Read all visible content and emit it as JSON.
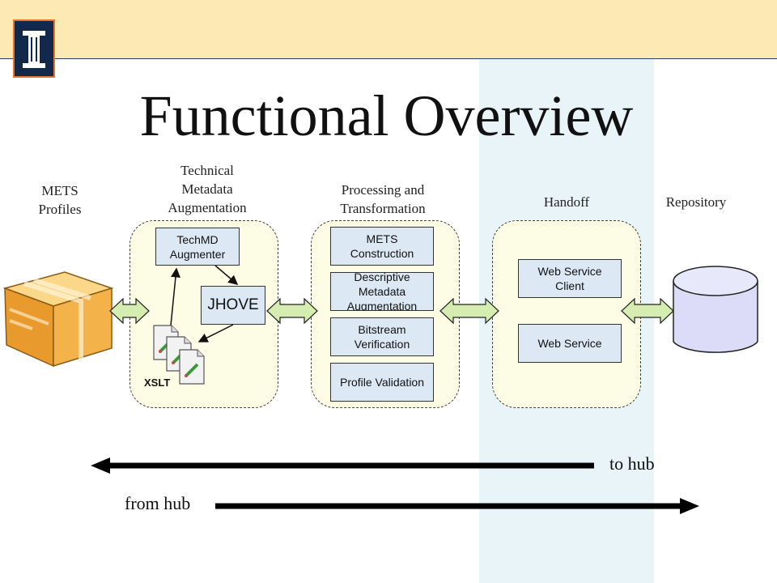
{
  "title": "Functional Overview",
  "columns": {
    "mets_profiles": "METS\nProfiles",
    "technical": "Technical\nMetadata\nAugmentation",
    "processing": "Processing and\nTransformation",
    "handoff": "Handoff",
    "repository": "Repository"
  },
  "technical_group": {
    "techmd": "TechMD\nAugmenter",
    "jhove": "JHOVE",
    "xslt": "XSLT"
  },
  "processing_group": {
    "mets_construction": "METS\nConstruction",
    "descriptive": "Descriptive Metadata\nAugmentation",
    "bitstream": "Bitstream\nVerification",
    "profile": "Profile Validation"
  },
  "handoff_group": {
    "ws_client": "Web Service\nClient",
    "ws": "Web Service"
  },
  "flows": {
    "to_hub": "to hub",
    "from_hub": "from hub"
  },
  "colors": {
    "header": "#fde9b4",
    "highlight_band": "#e8f4f8",
    "group_fill": "#fdfde6",
    "box_fill": "#dce9f5",
    "connector_fill": "#d6edb2",
    "database_fill": "#dcdcf8",
    "logo_fill": "#13294b",
    "logo_border": "#e7762b"
  }
}
